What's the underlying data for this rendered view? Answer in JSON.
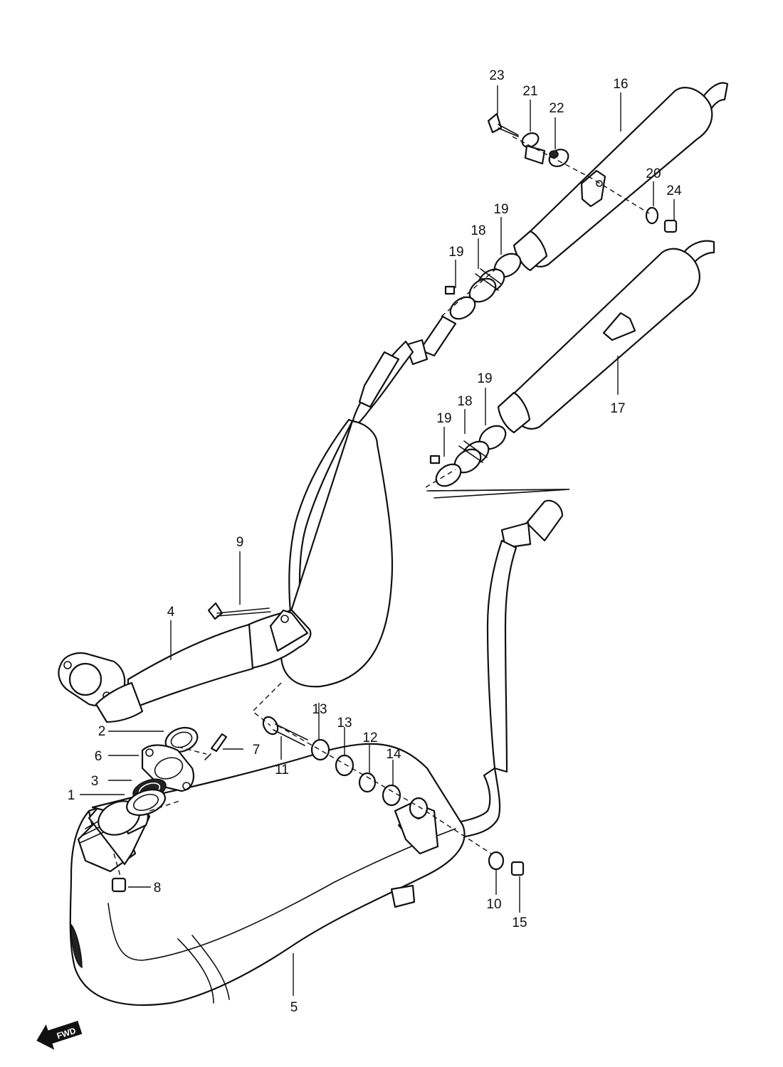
{
  "labels": {
    "p1": "1",
    "p2": "2",
    "p3": "3",
    "p4": "4",
    "p5": "5",
    "p6": "6",
    "p7": "7",
    "p8": "8",
    "p9": "9",
    "p10": "10",
    "p11": "11",
    "p12": "12",
    "p13a": "13",
    "p13b": "13",
    "p14": "14",
    "p15": "15",
    "p16": "16",
    "p17": "17",
    "p18a": "18",
    "p18b": "18",
    "p19a": "19",
    "p19b": "19",
    "p19c": "19",
    "p19d": "19",
    "p20": "20",
    "p21": "21",
    "p22": "22",
    "p23": "23",
    "p24": "24"
  },
  "fwd_badge": "FWD",
  "colors": {
    "line": "#111111",
    "background": "#ffffff"
  }
}
